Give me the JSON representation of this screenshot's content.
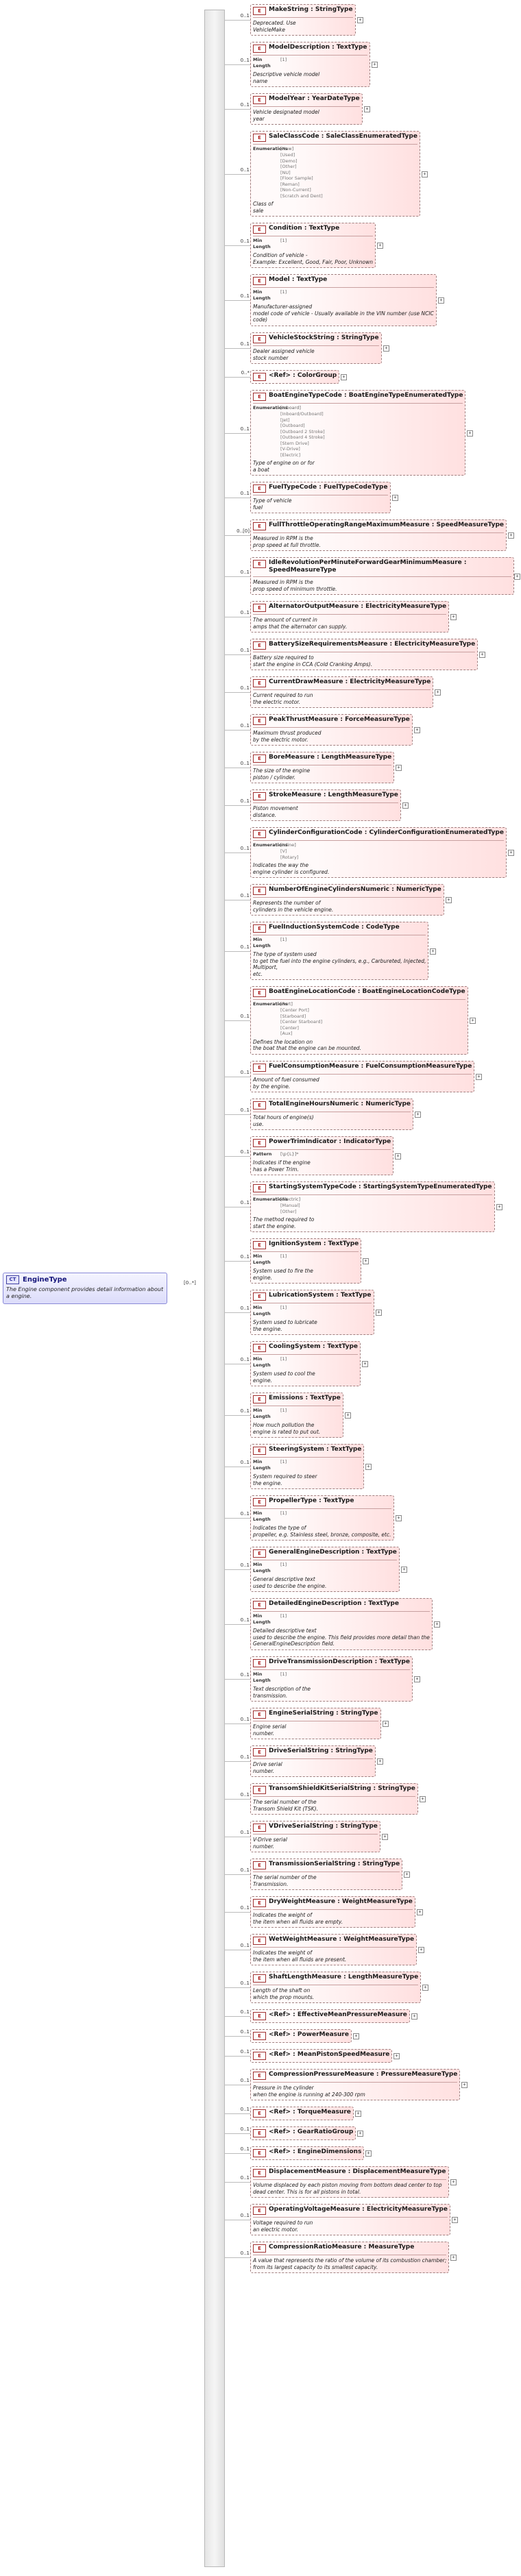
{
  "root": {
    "name": "EngineType",
    "icon_text": "CT",
    "documentation": "The Engine component provides detail information about a engine.",
    "occurrence": "[0..*]"
  },
  "elements": [
    {
      "title": "MakeString : StringType",
      "occ": "0..1",
      "doc": "Deprecated. Use\nVehicleMake"
    },
    {
      "title": "ModelDescription : TextType",
      "occ": "0..1",
      "facets": [
        {
          "k": "Min Length",
          "v": "[1]"
        }
      ],
      "doc": "Descriptive vehicle model\nname"
    },
    {
      "title": "ModelYear : YearDateType",
      "occ": "0..1",
      "doc": "Vehicle designated model\nyear"
    },
    {
      "title": "SaleClassCode : SaleClassEnumeratedType",
      "occ": "0..1",
      "enum": [
        "[New]",
        "[Used]",
        "[Demo]",
        "[Other]",
        "[NU]",
        "[Floor Sample]",
        "[Reman]",
        "[Non-Current]",
        "[Scratch and Dent]"
      ],
      "doc": "Class of\nsale"
    },
    {
      "title": "Condition : TextType",
      "occ": "0..1",
      "facets": [
        {
          "k": "Min Length",
          "v": "[1]"
        }
      ],
      "doc": "Condition of vehicle -\nExample: Excellent, Good, Fair, Poor, Unknown"
    },
    {
      "title": "Model : TextType",
      "occ": "0..1",
      "facets": [
        {
          "k": "Min Length",
          "v": "[1]"
        }
      ],
      "doc": "Manufacturer-assigned\n model code of vehicle - Usually available in the VIN number (use NCIC\ncode)"
    },
    {
      "title": "VehicleStockString : StringType",
      "occ": "0..1",
      "doc": "Dealer assigned vehicle\nstock number"
    },
    {
      "title": "<Ref> : ColorGroup",
      "occ": "0..*",
      "ref": true
    },
    {
      "title": "BoatEngineTypeCode : BoatEngineTypeEnumeratedType",
      "occ": "0..1",
      "enum": [
        "[Inboard]",
        "[Inboard/Outboard]",
        "[Jet]",
        "[Outboard]",
        "[Outboard 2 Stroke]",
        "[Outboard 4 Stroke]",
        "[Stern Drive]",
        "[V-Drive]",
        "[Electric]"
      ],
      "doc": "Type of engine on or for\na boat"
    },
    {
      "title": "FuelTypeCode : FuelTypeCodeType",
      "occ": "0..1",
      "doc": "Type of vehicle\nfuel"
    },
    {
      "title": "FullThrottleOperatingRangeMaximumMeasure : SpeedMeasureType",
      "occ": "0..[0]",
      "doc": "Measured in RPM is the\nprop speed at full throttle."
    },
    {
      "title": "IdleRevolutionPerMinuteForwardGearMinimumMeasure : SpeedMeasureType",
      "occ": "0..1",
      "doc": "Measured in RPM is the\nprop speed of minimum throttle."
    },
    {
      "title": "AlternatorOutputMeasure : ElectricityMeasureType",
      "occ": "0..1",
      "doc": "The amount of current in\namps that the alternator can supply."
    },
    {
      "title": "BatterySizeRequirementsMeasure : ElectricityMeasureType",
      "occ": "0..1",
      "doc": "Battery size required to\nstart the engine in CCA (Cold Cranking Amps)."
    },
    {
      "title": "CurrentDrawMeasure : ElectricityMeasureType",
      "occ": "0..1",
      "doc": "Current required to run\nthe electric motor."
    },
    {
      "title": "PeakThrustMeasure : ForceMeasureType",
      "occ": "0..1",
      "doc": "Maximum thrust produced\nby the electric motor."
    },
    {
      "title": "BoreMeasure : LengthMeasureType",
      "occ": "0..1",
      "doc": "The size of the engine\npiston / cylinder."
    },
    {
      "title": "StrokeMeasure : LengthMeasureType",
      "occ": "0..1",
      "doc": "Piston movement\ndistance."
    },
    {
      "title": "CylinderConfigurationCode : CylinderConfigurationEnumeratedType",
      "occ": "0..1",
      "enum": [
        "[Inline]",
        "[V]",
        "[Rotary]"
      ],
      "doc": "Indicates the way the\nengine cylinder is configured."
    },
    {
      "title": "NumberOfEngineCylindersNumeric : NumericType",
      "occ": "0..1",
      "doc": "Represents the number of\ncylinders in the vehicle engine."
    },
    {
      "title": "FuelInductionSystemCode : CodeType",
      "occ": "0..1",
      "facets": [
        {
          "k": "Min Length",
          "v": "[1]"
        }
      ],
      "doc": "The type of system used\nto get the fuel into the engine cylinders, e.g., Carbureted, Injected,\nMultiport,\netc."
    },
    {
      "title": "BoatEngineLocationCode : BoatEngineLocationCodeType",
      "occ": "0..1",
      "enum": [
        "[Port]",
        "[Center Port]",
        "[Starboard]",
        "[Center Starboard]",
        "[Center]",
        "[Aux]"
      ],
      "doc": "Defines the location on\nthe boat that the engine can be mounted."
    },
    {
      "title": "FuelConsumptionMeasure : FuelConsumptionMeasureType",
      "occ": "0..1",
      "doc": "Amount of fuel consumed\nby the engine."
    },
    {
      "title": "TotalEngineHoursNumeric : NumericType",
      "occ": "0..1",
      "doc": "Total hours of engine(s)\nuse."
    },
    {
      "title": "PowerTrimIndicator : IndicatorType",
      "occ": "0..1",
      "facets": [
        {
          "k": "Pattern",
          "v": "[\\p{L}]*"
        }
      ],
      "doc": "Indicates if the engine\nhas a Power Trim."
    },
    {
      "title": "StartingSystemTypeCode : StartingSystemTypeEnumeratedType",
      "occ": "0..1",
      "enum": [
        "[Electric]",
        "[Manual]",
        "[Other]"
      ],
      "doc": "The method required to\nstart the engine."
    },
    {
      "title": "IgnitionSystem : TextType",
      "occ": "0..1",
      "facets": [
        {
          "k": "Min Length",
          "v": "[1]"
        }
      ],
      "doc": "System used to fire the\nengine."
    },
    {
      "title": "LubricationSystem : TextType",
      "occ": "0..1",
      "facets": [
        {
          "k": "Min Length",
          "v": "[1]"
        }
      ],
      "doc": "System used to lubricate\nthe engine."
    },
    {
      "title": "CoolingSystem : TextType",
      "occ": "0..1",
      "facets": [
        {
          "k": "Min Length",
          "v": "[1]"
        }
      ],
      "doc": "System used to cool the\nengine."
    },
    {
      "title": "Emissions : TextType",
      "occ": "0..1",
      "facets": [
        {
          "k": "Min Length",
          "v": "[1]"
        }
      ],
      "doc": "How much pollution the\nengine is rated to put out."
    },
    {
      "title": "SteeringSystem : TextType",
      "occ": "0..1",
      "facets": [
        {
          "k": "Min Length",
          "v": "[1]"
        }
      ],
      "doc": "System required to steer\nthe engine."
    },
    {
      "title": "PropellerType : TextType",
      "occ": "0..1",
      "facets": [
        {
          "k": "Min Length",
          "v": "[1]"
        }
      ],
      "doc": "Indicates the type of\npropeller, e.g. Stainless steel, bronze, composite, etc."
    },
    {
      "title": "GeneralEngineDescription : TextType",
      "occ": "0..1",
      "facets": [
        {
          "k": "Min Length",
          "v": "[1]"
        }
      ],
      "doc": "General descriptive text\nused to describe the engine."
    },
    {
      "title": "DetailedEngineDescription : TextType",
      "occ": "0..1",
      "facets": [
        {
          "k": "Min Length",
          "v": "[1]"
        }
      ],
      "doc": "Detailed descriptive text\nused to describe the engine. This field provides more detail than the\nGeneralEngineDescription field."
    },
    {
      "title": "DriveTransmissionDescription : TextType",
      "occ": "0..1",
      "facets": [
        {
          "k": "Min Length",
          "v": "[1]"
        }
      ],
      "doc": "Text description of the\ntransmission."
    },
    {
      "title": "EngineSerialString : StringType",
      "occ": "0..1",
      "doc": "Engine serial\nnumber."
    },
    {
      "title": "DriveSerialString : StringType",
      "occ": "0..1",
      "doc": "Drive serial\nnumber."
    },
    {
      "title": "TransomShieldKitSerialString : StringType",
      "occ": "0..1",
      "doc": "The serial number of the\nTransom Shield Kit (TSK)."
    },
    {
      "title": "VDriveSerialString : StringType",
      "occ": "0..1",
      "doc": "V-Drive serial\nnumber."
    },
    {
      "title": "TransmissionSerialString : StringType",
      "occ": "0..1",
      "doc": "The serial number of the\nTransmission."
    },
    {
      "title": "DryWeightMeasure : WeightMeasureType",
      "occ": "0..1",
      "doc": "Indicates the weight of\nthe item when all fluids are empty."
    },
    {
      "title": "WetWeightMeasure : WeightMeasureType",
      "occ": "0..1",
      "doc": "Indicates the weight of\nthe item when all fluids are present."
    },
    {
      "title": "ShaftLengthMeasure : LengthMeasureType",
      "occ": "0..1",
      "doc": "Length of the shaft on\nwhich the prop mounts."
    },
    {
      "title": "<Ref> : EffectiveMeanPressureMeasure",
      "occ": "0..1",
      "ref": true
    },
    {
      "title": "<Ref> : PowerMeasure",
      "occ": "0..1",
      "ref": true
    },
    {
      "title": "<Ref> : MeanPistonSpeedMeasure",
      "occ": "0..1",
      "ref": true
    },
    {
      "title": "CompressionPressureMeasure : PressureMeasureType",
      "occ": "0..1",
      "doc": "Pressure in the cylinder\nwhen the engine is running at 240-300 rpm"
    },
    {
      "title": "<Ref> : TorqueMeasure",
      "occ": "0..1",
      "ref": true
    },
    {
      "title": "<Ref> : GearRatioGroup",
      "occ": "0..1",
      "ref": true
    },
    {
      "title": "<Ref> : EngineDimensions",
      "occ": "0..1",
      "ref": true
    },
    {
      "title": "DisplacementMeasure : DisplacementMeasureType",
      "occ": "0..1",
      "doc": "Volume displaced by each piston moving from bottom dead center to top\ndead center. This is for all pistons in total."
    },
    {
      "title": "OperatingVoltageMeasure : ElectricityMeasureType",
      "occ": "0..1",
      "doc": "Voltage required to run\nan electric motor."
    },
    {
      "title": "CompressionRatioMeasure : MeasureType",
      "occ": "0..1",
      "doc": "A value that represents the ratio of the volume of its combustion chamber;\nfrom its largest capacity to its smallest capacity."
    }
  ]
}
